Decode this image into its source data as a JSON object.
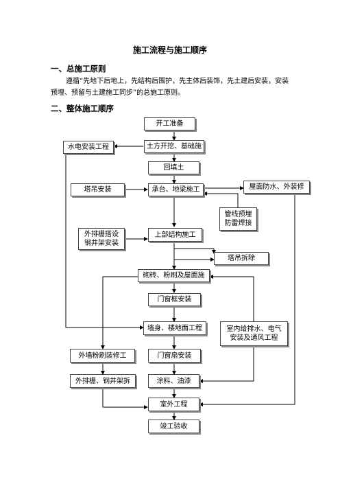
{
  "title": "施工流程与施工顺序",
  "section1": {
    "heading": "一、总施工原则",
    "line1": "遵循“先地下后地上，先结构后围护，先主体后装饰，先土建后安装，安装",
    "line2": "预埋、预留与土建施工同步”的总施工原则。"
  },
  "section2": {
    "heading": "二、整体施工顺序"
  },
  "flowchart": {
    "start": "开工准备",
    "earthwork": "土方开挖、基础施",
    "utilities": "水电安装工程",
    "backfill": "回填土",
    "crane_install": "塔吊安装",
    "cap_beam": "承台、地梁施工",
    "roof_waterproof": "屋面防水、外装修",
    "pipe_line1": "管线预埋",
    "pipe_line2": "防雷焊接",
    "scaffold_line1": "外排栅搭设",
    "scaffold_line2": "钢井架安装",
    "superstructure": "上部结构施工",
    "crane_remove": "塔吊拆除",
    "masonry": "砌砖、粉刷及屋面施",
    "door_frame": "门窗框安装",
    "wall_floor": "墙身、楼地面工程",
    "indoor_line1": "室内给排水、电气",
    "indoor_line2": "安装及通风工程",
    "ext_wall": "外墙粉刷装修工",
    "door_sash": "门窗扇安装",
    "scaffold_remove": "外排栅、钢井架拆",
    "paint": "涂料、油漆",
    "outdoor": "室外工程",
    "acceptance": "竣工验收"
  }
}
